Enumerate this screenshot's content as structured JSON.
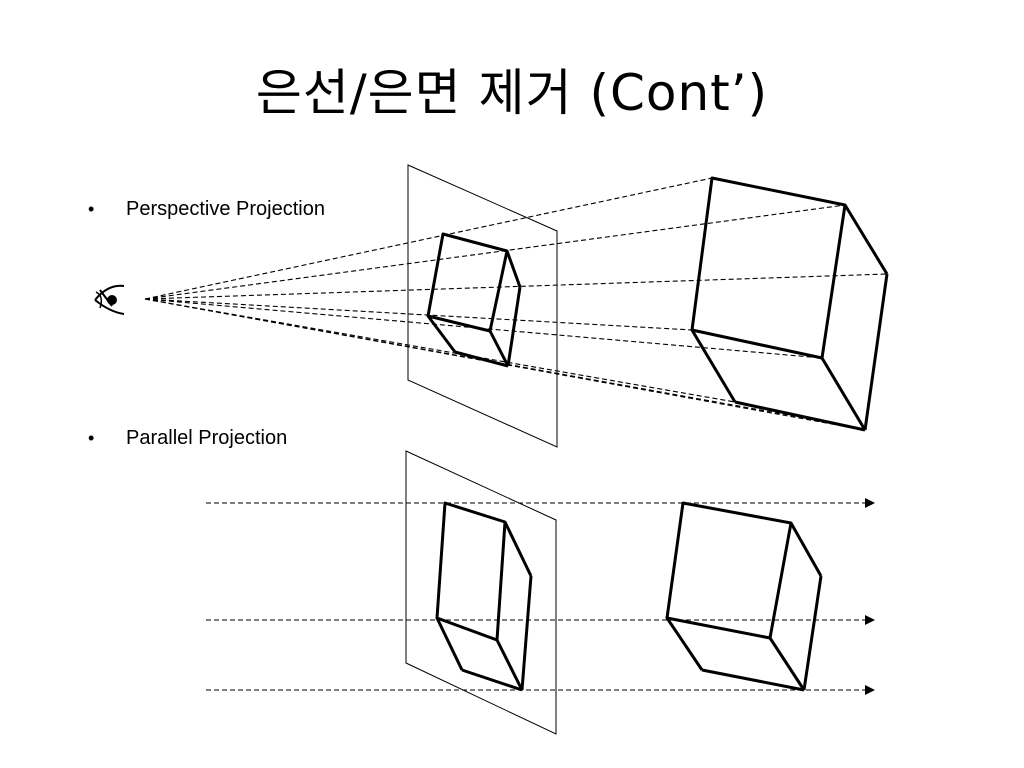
{
  "slide": {
    "title": "은선/은면 제거 (Cont’)",
    "bullets": [
      {
        "marker": "•",
        "text": "Perspective Projection"
      },
      {
        "marker": "•",
        "text": "Parallel Projection"
      }
    ]
  },
  "figure": {
    "icons": [
      "eye-icon",
      "arrowhead-icon"
    ],
    "stroke_color": "#000000"
  }
}
